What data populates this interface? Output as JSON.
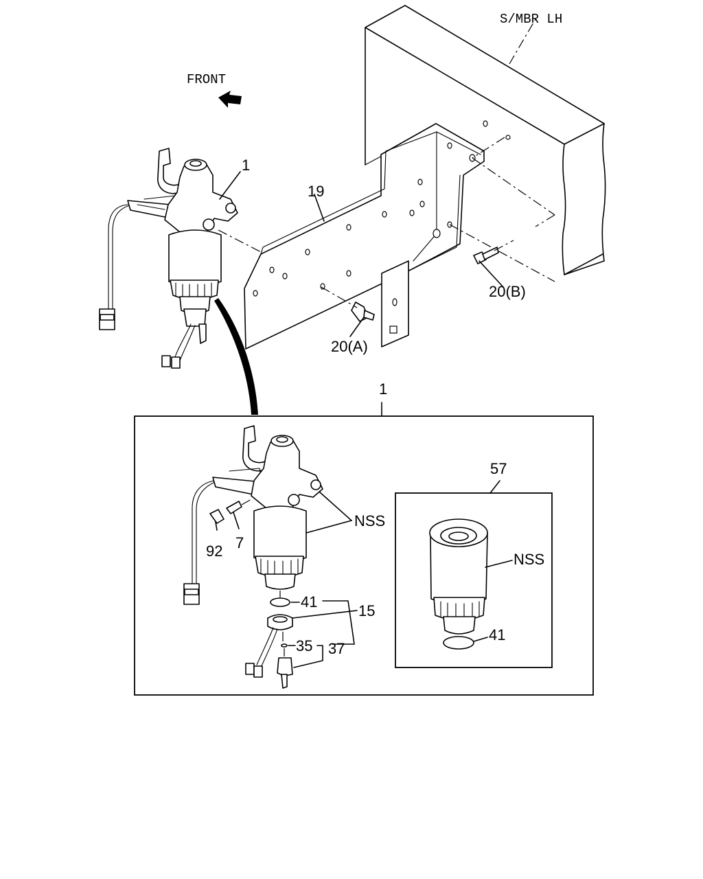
{
  "labels": {
    "frame_member": "S/MBR  LH",
    "front": "FRONT",
    "filter_assembly_top": "1",
    "bracket": "19",
    "bolt_b": "20(B)",
    "bolt_a": "20(A)",
    "detail_assembly": "1",
    "nss_main": "NSS",
    "part_92": "92",
    "part_7": "7",
    "part_41_main": "41",
    "part_15": "15",
    "part_35": "35",
    "part_37": "37",
    "element_assembly": "57",
    "nss_element": "NSS",
    "part_41_element": "41"
  }
}
